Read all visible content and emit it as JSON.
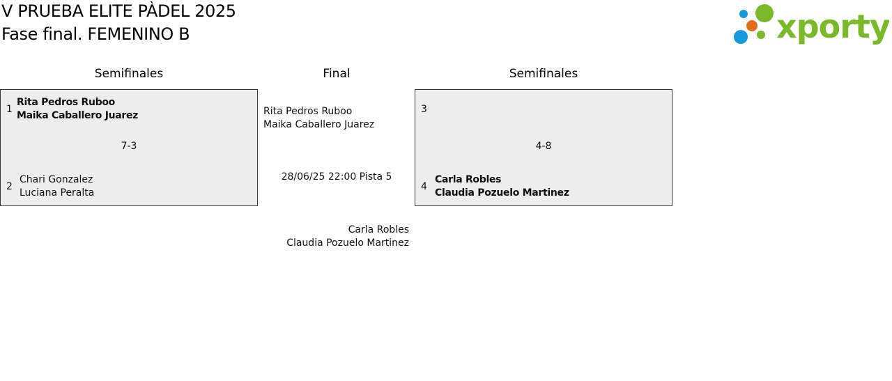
{
  "header": {
    "tournament_title": "V PRUEBA ELITE PÀDEL 2025",
    "phase_title": "Fase final. FEMENINO B",
    "logo_text": "xporty"
  },
  "brand_colors": {
    "green": "#7bb92a",
    "blue": "#1799e0",
    "orange": "#e36f1c"
  },
  "columns": {
    "left": "Semifinales",
    "middle": "Final",
    "right": "Semifinales"
  },
  "semifinal_left": {
    "top_seed": "1",
    "top_player1": "Rita Pedros Ruboo",
    "top_player2": "Maika Caballero Juarez",
    "score": "7-3",
    "bottom_seed": "2",
    "bottom_player1": "Chari Gonzalez",
    "bottom_player2": "Luciana Peralta"
  },
  "semifinal_right": {
    "top_seed": "3",
    "score": "4-8",
    "bottom_seed": "4",
    "bottom_player1": "Carla Robles",
    "bottom_player2": "Claudia Pozuelo Martinez"
  },
  "final": {
    "top_player1": "Rita Pedros Ruboo",
    "top_player2": "Maika Caballero Juarez",
    "schedule": "28/06/25 22:00 Pista 5",
    "bottom_player1": "Carla Robles",
    "bottom_player2": "Claudia Pozuelo Martinez"
  }
}
